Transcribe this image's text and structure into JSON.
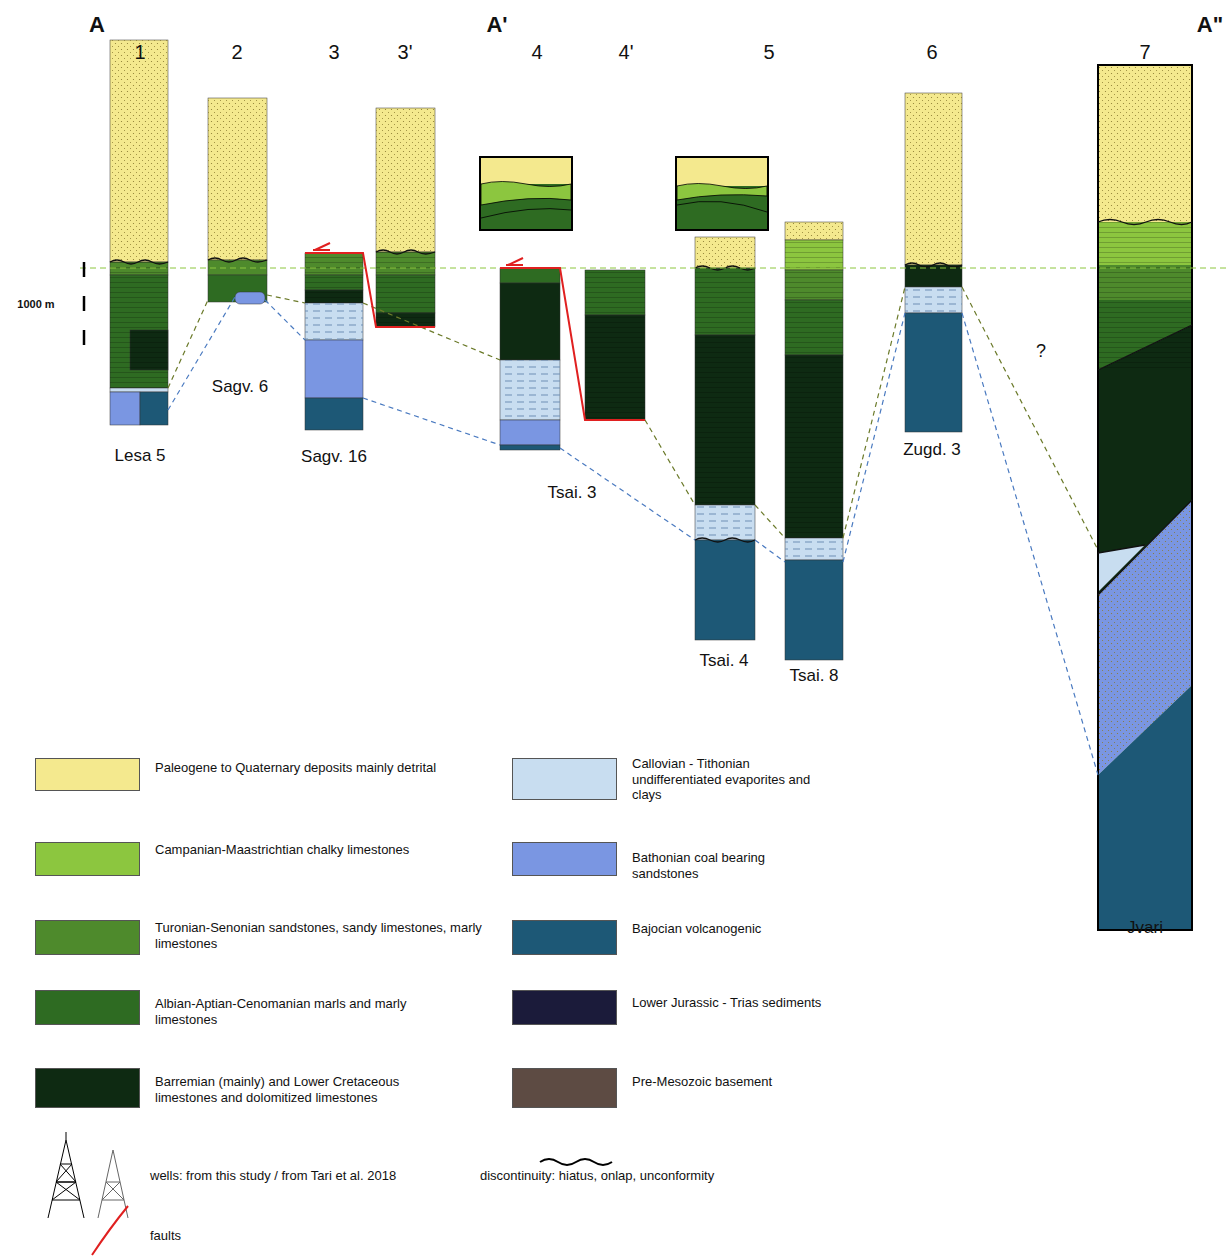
{
  "diagram": {
    "labels": [
      "A",
      "1",
      "2",
      "3",
      "3'",
      "A'",
      "4",
      "4'",
      "5",
      "6",
      "7",
      "A\"",
      "1000 m",
      "Lesa 5",
      "Sagv. 6",
      "Sagv. 16",
      "Tsai. 3",
      "Tsai. 4",
      "Tsai. 8",
      "Zugd. 3",
      "?",
      "Jvari"
    ],
    "legend": [
      {
        "text": "Paleogene to Quaternary deposits mainly detrital",
        "color": "#f4e98e"
      },
      {
        "text": "Campanian-Maastrichtian chalky limestones",
        "color": "#8cc63f"
      },
      {
        "text": "Turonian-Senonian sandstones, sandy limestones, marly limestones",
        "color": "#4e8a2c"
      },
      {
        "text": "Albian-Aptian-Cenomanian marls and marly limestones",
        "color": "#2e6b22"
      },
      {
        "text": "Barremian (mainly) and Lower Cretaceous limestones and dolomitized limestones",
        "color": "#0e2a12"
      },
      {
        "text": "Callovian - Tithonian undifferentiated evaporites and clays",
        "color": "#c8ddf0"
      },
      {
        "text": "Bathonian coal bearing sandstones",
        "color": "#7a96e2"
      },
      {
        "text": "Bajocian volcanogenic",
        "color": "#1d5876"
      },
      {
        "text": "Lower Jurassic - Trias sediments",
        "color": "#1b1b3a"
      },
      {
        "text": "Pre-Mesozoic basement",
        "color": "#5d4b43"
      },
      {
        "text": "wells: from this study / from Tari et al. 2018"
      },
      {
        "text": "discontinuity: hiatus, onlap, unconformity"
      },
      {
        "text": "faults"
      }
    ]
  }
}
